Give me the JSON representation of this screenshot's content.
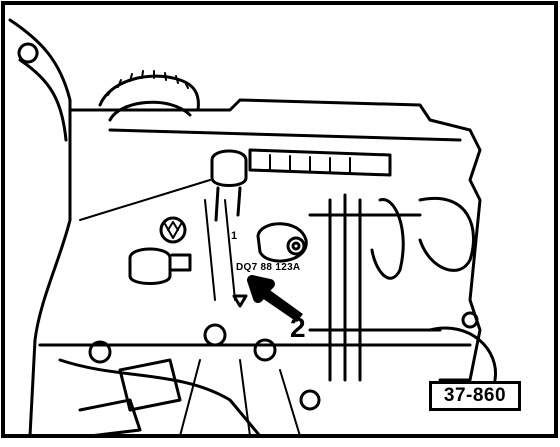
{
  "figure": {
    "reference_label": "37-860",
    "callout_arrow_number": "2",
    "callout_small_number": "1",
    "stamped_part_number": "DQ7 88 123A"
  },
  "colors": {
    "ink": "#000000",
    "paper": "#ffffff"
  }
}
